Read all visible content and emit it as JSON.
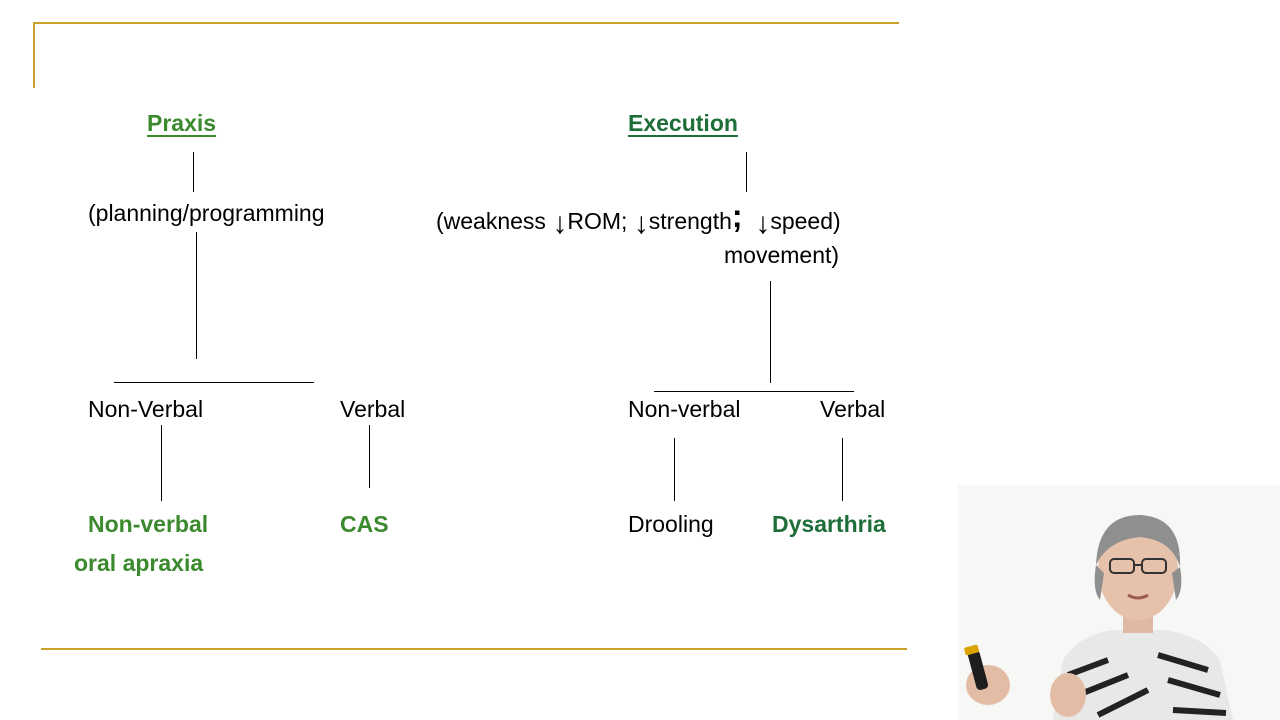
{
  "praxis": {
    "title": "Praxis",
    "subtitle": "(planning/programming",
    "branch_left": "Non-Verbal",
    "branch_right": "Verbal",
    "outcome_left_line1": "Non-verbal",
    "outcome_left_line2": "oral apraxia",
    "outcome_right": "CAS"
  },
  "execution": {
    "title": "Execution",
    "desc_open": "(weakness ",
    "arrow": "↓",
    "rom": "ROM; ",
    "strength": "strength",
    "semicolon": ";",
    "speed": "speed)",
    "desc_line2": "movement)",
    "branch_left": "Non-verbal",
    "branch_right": "Verbal",
    "outcome_left": "Drooling",
    "outcome_right": "Dysarthria"
  },
  "colors": {
    "accent_green": "#3b8a2e",
    "dark_green": "#1e6e3a",
    "frame_gold": "#c9a227"
  }
}
